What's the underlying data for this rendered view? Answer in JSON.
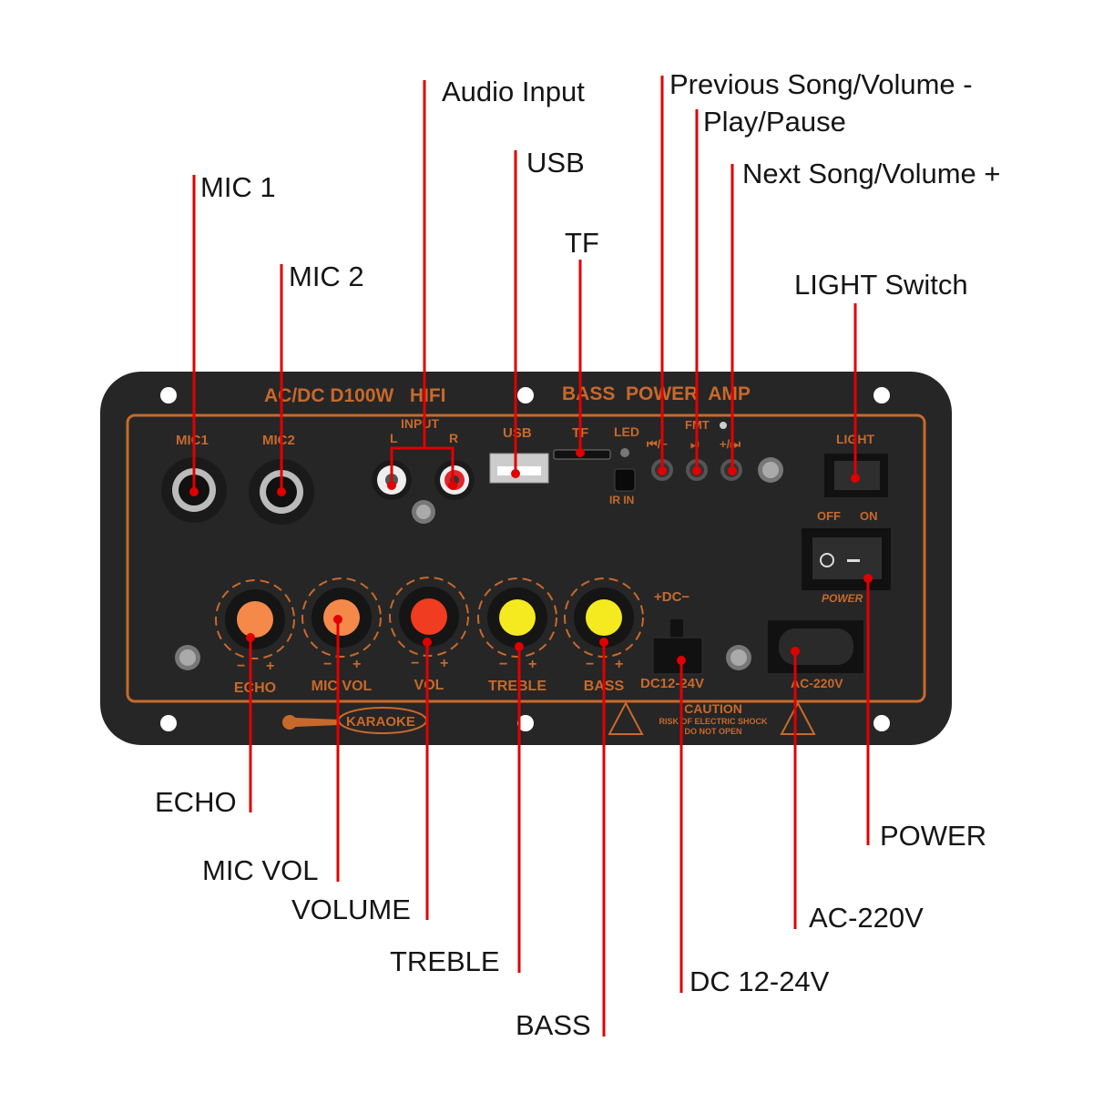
{
  "colors": {
    "panel": "#262626",
    "accent_orange": "#c8692c",
    "leader_red": "#e00000",
    "knob_echo": "#f5894a",
    "knob_mic_vol": "#f5894a",
    "knob_vol": "#f03c20",
    "knob_treble": "#f5ea20",
    "knob_bass": "#f5ea20"
  },
  "callouts": {
    "audio_input": "Audio Input",
    "usb": "USB",
    "tf": "TF",
    "mic1": "MIC 1",
    "mic2": "MIC 2",
    "previous": "Previous Song/Volume -",
    "play_pause": "Play/Pause",
    "next": "Next Song/Volume +",
    "light_switch": "LIGHT Switch",
    "echo": "ECHO",
    "mic_vol": "MIC VOL",
    "volume": "VOLUME",
    "treble": "TREBLE",
    "bass": "BASS",
    "dc": "DC 12-24V",
    "ac": "AC-220V",
    "power": "POWER"
  },
  "panel": {
    "title_left": "AC/DC D100W   HIFI",
    "title_right": "BASS  POWER  AMP",
    "mic1": "MIC1",
    "mic2": "MIC2",
    "input": "INPUT",
    "l": "L",
    "r": "R",
    "usb": "USB",
    "tf": "TF",
    "led": "LED",
    "ir_in": "IR IN",
    "fmt": "FMT",
    "prev_sym": "⏮/−",
    "play_sym": "⏯",
    "next_sym": "+/⏭",
    "light": "LIGHT",
    "off": "OFF",
    "on": "ON",
    "power": "POWER",
    "dc_polarity": "+DC−",
    "minus": "−",
    "plus": "+",
    "echo": "ECHO",
    "mic_vol": "MIC VOL",
    "vol": "VOL",
    "treble": "TREBLE",
    "bass": "BASS",
    "dc_label": "DC12-24V",
    "ac_label": "AC-220V",
    "karaoke": "KARAOKE",
    "caution": "CAUTION",
    "caution_1": "RISK OF ELECTRIC SHOCK",
    "caution_2": "DO NOT OPEN"
  }
}
